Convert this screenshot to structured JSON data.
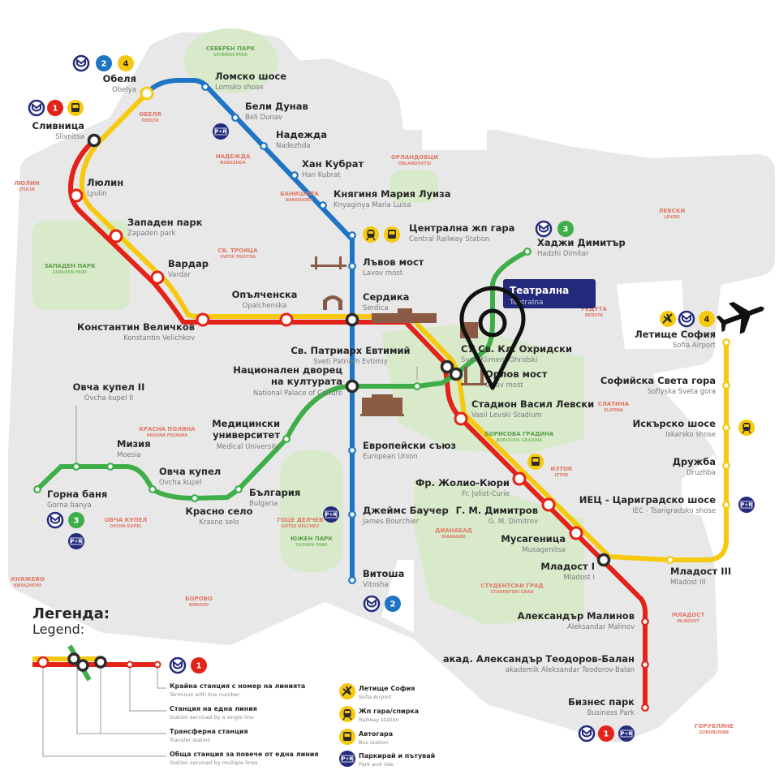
{
  "map": {
    "colors": {
      "line1": "#e32219",
      "line2": "#1e75c4",
      "line3": "#3fae49",
      "line4": "#f6c90e",
      "transfer": "#2b2b2b",
      "metro": "#242a7b",
      "landmark": "#8a5a44"
    },
    "lines": {
      "l1": "1",
      "l2": "2",
      "l3": "3",
      "l4": "4"
    },
    "icons": {
      "park_ride_label": "P+R"
    },
    "stations": {
      "obelya": {
        "bg": "Обеля",
        "en": "Obelya"
      },
      "slivnitsa": {
        "bg": "Сливница",
        "en": "Slivnitsa"
      },
      "lyulin": {
        "bg": "Люлин",
        "en": "Lyulin"
      },
      "zapaden": {
        "bg": "Западен парк",
        "en": "Zapaden park"
      },
      "vardar": {
        "bg": "Вардар",
        "en": "Vardar"
      },
      "velichkov": {
        "bg": "Константин Величков",
        "en": "Konstantin Velichkov"
      },
      "opalchenska": {
        "bg": "Опълченска",
        "en": "Opalchenska"
      },
      "serdika": {
        "bg": "Сердика",
        "en": "Serdica"
      },
      "lomsko": {
        "bg": "Ломско шосе",
        "en": "Lomsko shose"
      },
      "belidunav": {
        "bg": "Бели Дунав",
        "en": "Beli Dunav"
      },
      "nadezhda": {
        "bg": "Надежда",
        "en": "Nadezhda"
      },
      "hankubrat": {
        "bg": "Хан Кубрат",
        "en": "Han Kubrat"
      },
      "knyaginya": {
        "bg": "Княгиня Мария Луиза",
        "en": "Knyaginya Maria Luisa"
      },
      "centralna": {
        "bg": "Централна жп гара",
        "en": "Central Railway Station"
      },
      "lavov": {
        "bg": "Лъвов мост",
        "en": "Lavov most"
      },
      "patriarh": {
        "bg": "Св. Патриарх Евтимий",
        "en": "Sveti Patriarh Evtimiy"
      },
      "ndk": {
        "bg": "Национален дворец",
        "bg2": "на културата",
        "en": "National Palace of Culture"
      },
      "ohridski": {
        "bg": "СУ Св. Кл. Охридски",
        "en": "Sveti Kliment Ohridski"
      },
      "orlov": {
        "bg": "Орлов мост",
        "en": "Orlov most"
      },
      "teatralna": {
        "bg": "Театрална",
        "en": "Teatralna"
      },
      "hadzhi": {
        "bg": "Хаджи Димитър",
        "en": "Hadzhi Dimitar"
      },
      "stadion": {
        "bg": "Стадион Васил Левски",
        "en": "Vasil Levski Stadium"
      },
      "joliot": {
        "bg": "Фр. Жолио-Кюри",
        "en": "Fr. Joliot-Curie"
      },
      "gmdimitrov": {
        "bg": "Г. М. Димитров",
        "en": "G. M. Dimitrov"
      },
      "musagenitsa": {
        "bg": "Мусагеница",
        "en": "Musagenitsa"
      },
      "mladost1": {
        "bg": "Младост I",
        "en": "Mladost I"
      },
      "mladost3": {
        "bg": "Младост III",
        "en": "Mladost III"
      },
      "malinov": {
        "bg": "Александър Малинов",
        "en": "Aleksandar Malinov"
      },
      "balan": {
        "bg": "акад. Александър Теодоров-Балан",
        "en": "akademik Aleksandar Teodorov-Balan"
      },
      "biznes": {
        "bg": "Бизнес парк",
        "en": "Business Park"
      },
      "airport": {
        "bg": "Летище София",
        "en": "Sofia Airport"
      },
      "svetagora": {
        "bg": "Софийска Света гора",
        "en": "Sofiyska Sveta gora"
      },
      "iskarsko": {
        "bg": "Искърско шосе",
        "en": "Iskarsko shose"
      },
      "druzhba": {
        "bg": "Дружба",
        "en": "Druzhba"
      },
      "iec": {
        "bg": "ИЕЦ - Цариградско шосе",
        "en": "IEC - Tsarigradsko shose"
      },
      "evropeyski": {
        "bg": "Европейски съюз",
        "en": "European Union"
      },
      "bourchier": {
        "bg": "Джеймс Баучер",
        "en": "James Bourchier"
      },
      "vitosha": {
        "bg": "Витоша",
        "en": "Vitosha"
      },
      "meduniv": {
        "bg": "Медицински",
        "bg2": "университет",
        "en": "Medical University"
      },
      "bulgaria": {
        "bg": "България",
        "en": "Bulgaria"
      },
      "krasnoselo": {
        "bg": "Красно село",
        "en": "Krasno selo"
      },
      "ovchakupel": {
        "bg": "Овча купел",
        "en": "Ovcha kupel"
      },
      "moesia": {
        "bg": "Мизия",
        "en": "Moesia"
      },
      "ovchakupel2": {
        "bg": "Овча купел II",
        "en": "Ovcha kupel II"
      },
      "gornabanya": {
        "bg": "Горна баня",
        "en": "Gorna banya"
      }
    },
    "districts": {
      "obelya": {
        "bg": "ОБЕЛЯ",
        "en": "OBELYA"
      },
      "nadezhda": {
        "bg": "НАДЕЖДА",
        "en": "NADEZHDA"
      },
      "orlandovtsi": {
        "bg": "ОРЛАНДОВЦИ",
        "en": "ORLANDOVTSI"
      },
      "lyulin": {
        "bg": "ЛЮЛИН",
        "en": "LYULIN"
      },
      "banishora": {
        "bg": "БАНИШОРА",
        "en": "BANISHORA"
      },
      "troitsa": {
        "bg": "СВ. ТРОИЦА",
        "en": "SVETA TROITSA"
      },
      "levski": {
        "bg": "ЛЕВСКИ",
        "en": "LEVSKI"
      },
      "reduta": {
        "bg": "РЕДУТА",
        "en": "REDUTA"
      },
      "krasnapolyana": {
        "bg": "КРАСНА ПОЛЯНА",
        "en": "KRASNA POLYANA"
      },
      "slatina": {
        "bg": "СЛАТИНА",
        "en": "SLATINA"
      },
      "iztok": {
        "bg": "ИЗТОК",
        "en": "IZTOK"
      },
      "ovchakupel": {
        "bg": "ОВЧА КУПЕЛ",
        "en": "OVCHA KUPEL"
      },
      "gotsedelchev": {
        "bg": "ГОЦЕ ДЕЛЧЕВ",
        "en": "GOTSE DELCHEV"
      },
      "dianabad": {
        "bg": "ДИАНАБАД",
        "en": "DIANABAD"
      },
      "studentski": {
        "bg": "СТУДЕНТСКИ ГРАД",
        "en": "STUDENTSKI GRAD"
      },
      "knyazhevo": {
        "bg": "КНЯЖЕВО",
        "en": "KNYAZHEVO"
      },
      "borovo": {
        "bg": "БОРОВО",
        "en": "BOROVO"
      },
      "mladost": {
        "bg": "МЛАДОСТ",
        "en": "MLADOST"
      },
      "gorublyane": {
        "bg": "ГОРУБЛЯНЕ",
        "en": "GORUBLYANE"
      }
    },
    "parks": {
      "severen": {
        "bg": "СЕВЕРЕН ПАРК",
        "en": "SEVEREN PARK"
      },
      "zapaden": {
        "bg": "ЗАПАДЕН ПАРК",
        "en": "ZAPADEN PARK"
      },
      "borisova": {
        "bg": "БОРИСОВА ГРАДИНА",
        "en": "BORISOVA GRADINA"
      },
      "yuzhen": {
        "bg": "ЮЖЕН ПАРК",
        "en": "YUZHEN PARK"
      }
    }
  },
  "legend": {
    "title_bg": "Легенда:",
    "title_en": "Legend:",
    "items": [
      {
        "bg": "Крайна станция с номер на линията",
        "en": "Terminus with line number"
      },
      {
        "bg": "Станция на една линия",
        "en": "Station serviced by a single line"
      },
      {
        "bg": "Трансферна станция",
        "en": "Transfer station"
      },
      {
        "bg": "Обща станция за повече от една линия",
        "en": "Station serviced by multiple lines"
      }
    ],
    "icons": [
      {
        "bg": "Летище София",
        "en": "Sofia Airport"
      },
      {
        "bg": "Жп гара/спирка",
        "en": "Railway station"
      },
      {
        "bg": "Автогара",
        "en": "Bus station"
      },
      {
        "bg": "Паркирай и пътувай",
        "en": "Park and ride"
      }
    ]
  }
}
